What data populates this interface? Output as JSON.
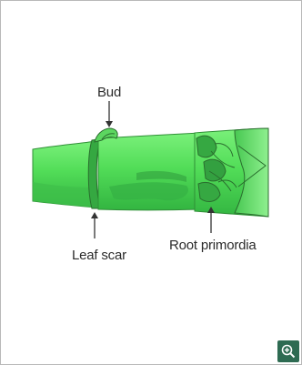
{
  "diagram": {
    "labels": {
      "bud": "Bud",
      "leaf_scar": "Leaf scar",
      "root_primordia": "Root primordia"
    }
  },
  "colors": {
    "stem_light": "#5fe35f",
    "stem_mid": "#3fbf4a",
    "stem_dark": "#2f9a3c",
    "outline": "#2a6e2e",
    "pointer": "#333333",
    "zoom_button": "#2e6b52"
  },
  "controls": {
    "zoom_icon": "zoom-in-icon"
  }
}
